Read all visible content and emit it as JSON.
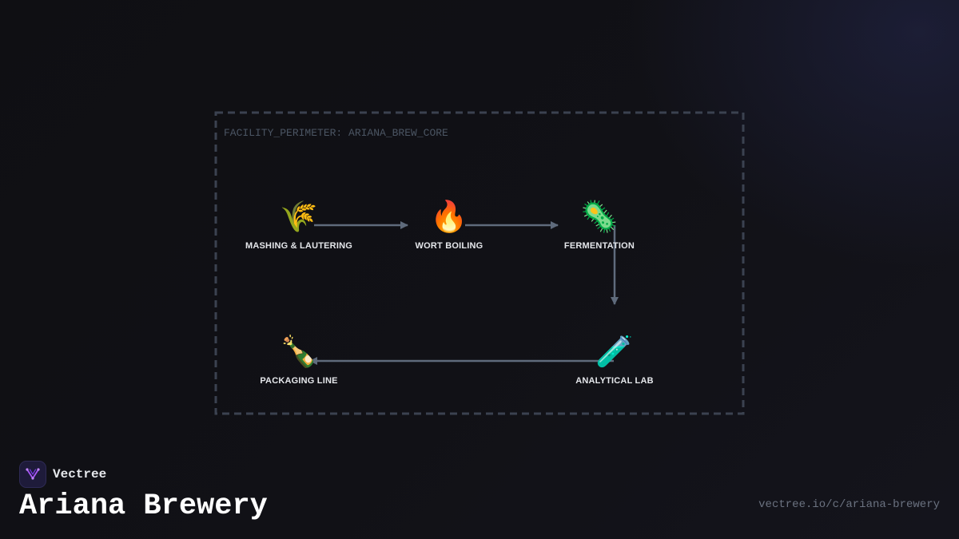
{
  "diagram": {
    "perimeter_label": "FACILITY_PERIMETER: ARIANA_BREW_CORE",
    "nodes": [
      {
        "id": "mashing",
        "icon": "wheat-icon",
        "glyph": "🌾",
        "label": "MASHING & LAUTERING"
      },
      {
        "id": "boiling",
        "icon": "fire-icon",
        "glyph": "🔥",
        "label": "WORT BOILING"
      },
      {
        "id": "fermentation",
        "icon": "microbe-icon",
        "glyph": "🦠",
        "label": "FERMENTATION"
      },
      {
        "id": "lab",
        "icon": "test-tube-icon",
        "glyph": "🧪",
        "label": "ANALYTICAL LAB"
      },
      {
        "id": "packaging",
        "icon": "bottle-icon",
        "glyph": "🍾",
        "label": "PACKAGING LINE"
      }
    ],
    "edges": [
      {
        "from": "mashing",
        "to": "boiling"
      },
      {
        "from": "boiling",
        "to": "fermentation"
      },
      {
        "from": "fermentation",
        "to": "lab"
      },
      {
        "from": "lab",
        "to": "packaging"
      }
    ],
    "colors": {
      "perimeter": "#3b4250",
      "edge": "#5f6b7c",
      "label": "#e5e7eb"
    }
  },
  "brand": {
    "name": "Vectree",
    "logo_icon": "vectree-logo-icon",
    "logo_color": "#a855f7"
  },
  "page": {
    "title": "Ariana Brewery",
    "url": "vectree.io/c/ariana-brewery"
  }
}
